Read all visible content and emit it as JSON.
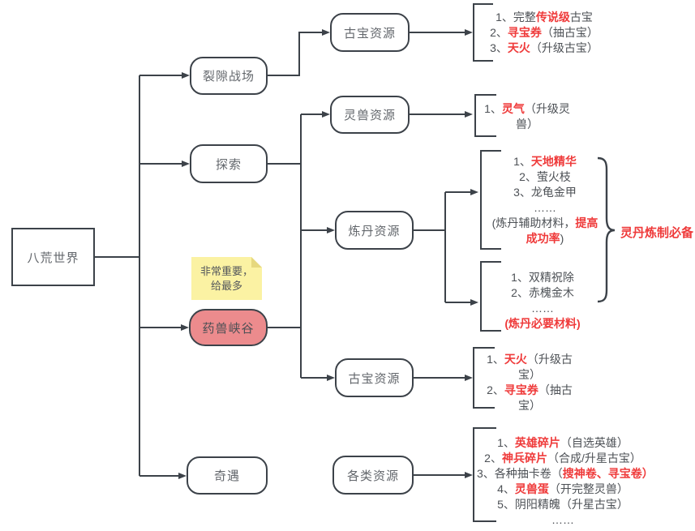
{
  "palette": {
    "line": "#3c4249",
    "node_text": "#63676c",
    "list_text": "#4d5156",
    "red": "#ef3b3b",
    "highlight_fill": "#ec8b8d",
    "note_fill": "#fbf2a3",
    "note_fold": "#e6d87e",
    "canvas_bg": "#ffffff"
  },
  "nodes": {
    "root": "八荒世界",
    "rift_battlefield": "裂隙战场",
    "explore": "探索",
    "beast_valley": "药兽峡谷",
    "adventure": "奇遇",
    "treasure_top": "古宝资源",
    "spirit_beast": "灵兽资源",
    "alchemy": "炼丹资源",
    "treasure_mid": "古宝资源",
    "misc": "各类资源"
  },
  "note": {
    "line1": "非常重要，",
    "line2": "给最多"
  },
  "brace_label": "灵丹炼制必备",
  "lists": {
    "treasure_top_items": [
      [
        {
          "t": "1、完整"
        },
        {
          "t": "传说级",
          "r": 1
        },
        {
          "t": "古宝"
        }
      ],
      [
        {
          "t": "2、"
        },
        {
          "t": "寻宝券",
          "r": 1
        },
        {
          "t": "（抽古宝）"
        }
      ],
      [
        {
          "t": "3、"
        },
        {
          "t": "天火",
          "r": 1
        },
        {
          "t": "（升级古宝）"
        }
      ]
    ],
    "spirit_items": [
      [
        {
          "t": "1、"
        },
        {
          "t": "灵气",
          "r": 1
        },
        {
          "t": "（升级灵"
        }
      ],
      [
        {
          "t": "兽）"
        }
      ]
    ],
    "alchemy_aux_items": [
      [
        {
          "t": "1、"
        },
        {
          "t": "天地精华",
          "r": 1
        }
      ],
      [
        {
          "t": "2、萤火枝"
        }
      ],
      [
        {
          "t": "3、龙龟金甲"
        }
      ],
      [
        {
          "t": "……"
        }
      ],
      [
        {
          "t": "(炼丹辅助材料，"
        },
        {
          "t": "提高",
          "r": 1
        }
      ],
      [
        {
          "t": "成功率",
          "r": 1
        },
        {
          "t": ")"
        }
      ]
    ],
    "alchemy_core_items": [
      [
        {
          "t": "1、双精祝除"
        }
      ],
      [
        {
          "t": "2、赤槐金木"
        }
      ],
      [
        {
          "t": "……"
        }
      ],
      [
        {
          "t": "(炼丹必要材料)",
          "r": 1
        }
      ]
    ],
    "treasure_mid_items": [
      [
        {
          "t": "1、"
        },
        {
          "t": "天火",
          "r": 1
        },
        {
          "t": "（升级古"
        }
      ],
      [
        {
          "t": "宝）"
        }
      ],
      [
        {
          "t": "2、"
        },
        {
          "t": "寻宝券",
          "r": 1
        },
        {
          "t": "（抽古"
        }
      ],
      [
        {
          "t": "宝）"
        }
      ]
    ],
    "misc_items": [
      [
        {
          "t": "1、"
        },
        {
          "t": "英雄碎片",
          "r": 1
        },
        {
          "t": "（自选英雄）"
        }
      ],
      [
        {
          "t": "2、"
        },
        {
          "t": "神兵碎片",
          "r": 1
        },
        {
          "t": "（合成/升星古宝）"
        }
      ],
      [
        {
          "t": "3、各种抽卡卷（"
        },
        {
          "t": "搜神卷、寻宝卷）",
          "r": 1
        }
      ],
      [
        {
          "t": "4、"
        },
        {
          "t": "灵兽蛋",
          "r": 1
        },
        {
          "t": "（开完整灵兽）"
        }
      ],
      [
        {
          "t": "5、阴阳精魄（升星古宝）"
        }
      ],
      [
        {
          "t": "……"
        }
      ]
    ]
  }
}
